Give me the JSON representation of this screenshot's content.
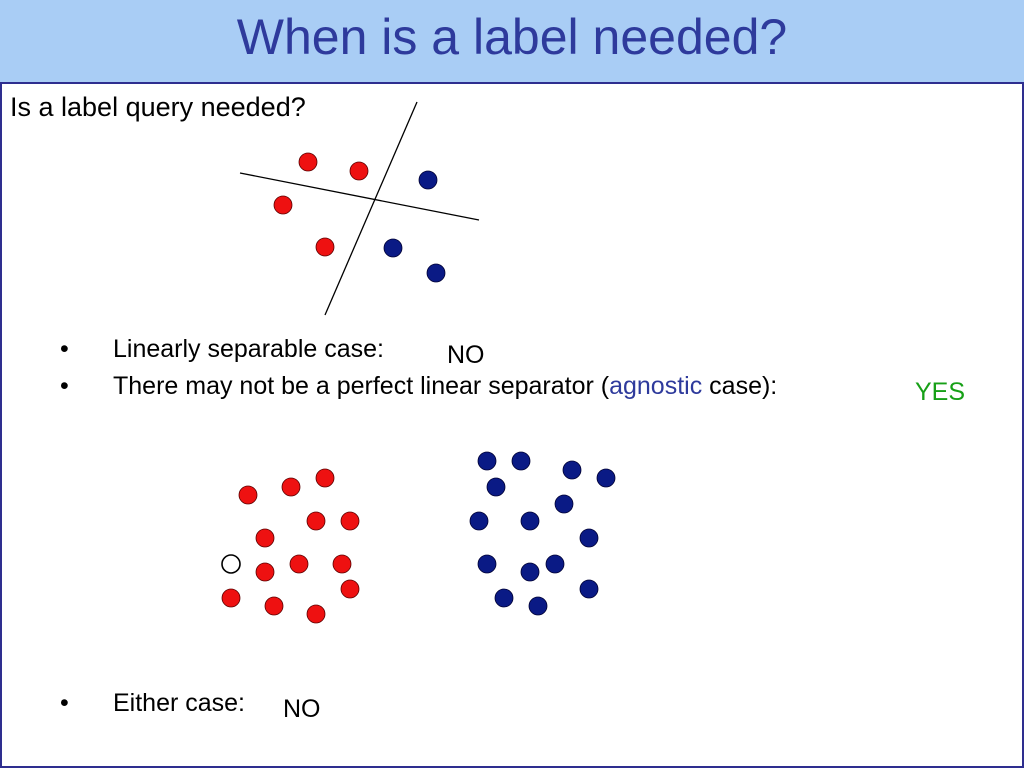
{
  "title": "When is a label needed?",
  "question": "Is a label query needed?",
  "bullets": [
    {
      "marker": "•",
      "text": "Linearly separable case:",
      "answer": "NO"
    },
    {
      "marker": "•",
      "text_before": "There may not be a perfect linear separator (",
      "highlight": "agnostic",
      "text_after": " case):",
      "answer": "YES"
    },
    {
      "marker": "•",
      "text": "Either case:",
      "answer": "NO"
    }
  ],
  "colors": {
    "title_bar": "#a9cdf5",
    "title_text": "#2e3a9c",
    "frame_border": "#2e2e8f",
    "red_point": "#ee1111",
    "blue_point": "#0a1a85",
    "highlight": "#2e3a9c",
    "answer_no": "#000000",
    "answer_yes": "#17a017",
    "unlabeled_point": "#ffffff"
  }
}
